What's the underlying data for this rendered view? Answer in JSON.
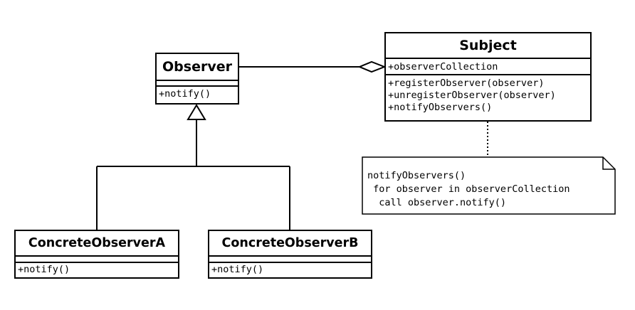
{
  "observer": {
    "name": "Observer",
    "attributes": [],
    "operations": [
      "+notify()"
    ]
  },
  "subject": {
    "name": "Subject",
    "attributes": [
      "+observerCollection"
    ],
    "operations": [
      "+registerObserver(observer)",
      "+unregisterObserver(observer)",
      "+notifyObservers()"
    ]
  },
  "concrete_a": {
    "name": "ConcreteObserverA",
    "attributes": [],
    "operations": [
      "+notify()"
    ]
  },
  "concrete_b": {
    "name": "ConcreteObserverB",
    "attributes": [],
    "operations": [
      "+notify()"
    ]
  },
  "note": {
    "lines": [
      "notifyObservers()",
      " for observer in observerCollection",
      "  call observer.notify()"
    ]
  }
}
